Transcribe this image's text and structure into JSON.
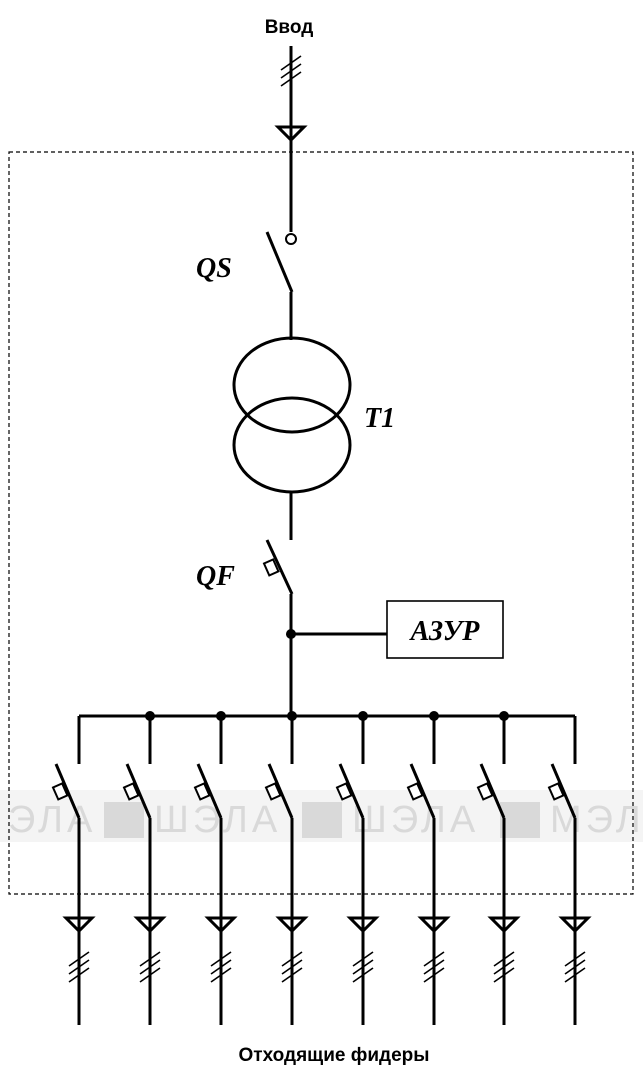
{
  "diagram": {
    "input_label": "Ввод",
    "output_label": "Отходящие фидеры",
    "disconnector_label": "QS",
    "transformer_label": "T1",
    "breaker_label": "QF",
    "azur_label": "АЗУР",
    "watermark_text": "ШЭЛА",
    "line_color": "#000000",
    "watermark_color": "#d9d9d9",
    "feeders": [
      {
        "id": "feeder-1"
      },
      {
        "id": "feeder-2"
      },
      {
        "id": "feeder-3"
      },
      {
        "id": "feeder-4"
      },
      {
        "id": "feeder-5"
      },
      {
        "id": "feeder-6"
      },
      {
        "id": "feeder-7"
      },
      {
        "id": "feeder-8"
      }
    ]
  }
}
